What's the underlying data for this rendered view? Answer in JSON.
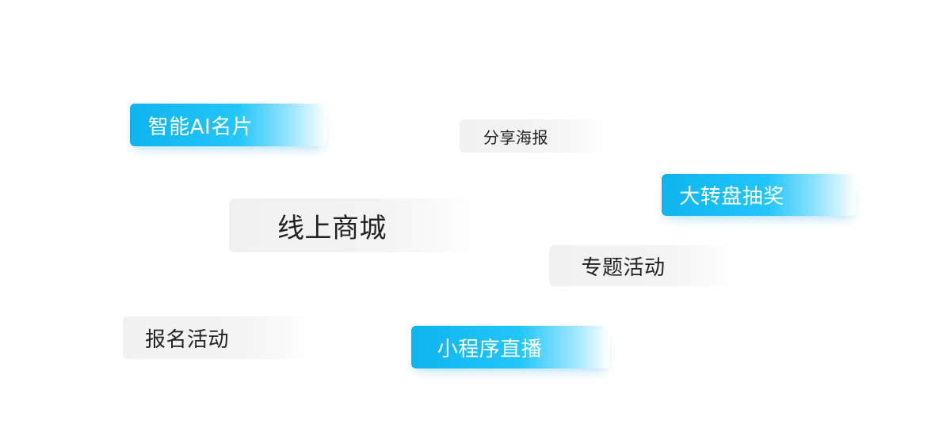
{
  "tags": {
    "ai_card": "智能AI名片",
    "share_poster": "分享海报",
    "lottery": "大转盘抽奖",
    "online_mall": "线上商城",
    "topic_activity": "专题活动",
    "signup_activity": "报名活动",
    "live_streaming": "小程序直播"
  },
  "colors": {
    "accent_blue": "#22c6fb",
    "tag_gray": "#f3f3f4",
    "text_dark": "#222222",
    "text_light": "#ffffff"
  }
}
